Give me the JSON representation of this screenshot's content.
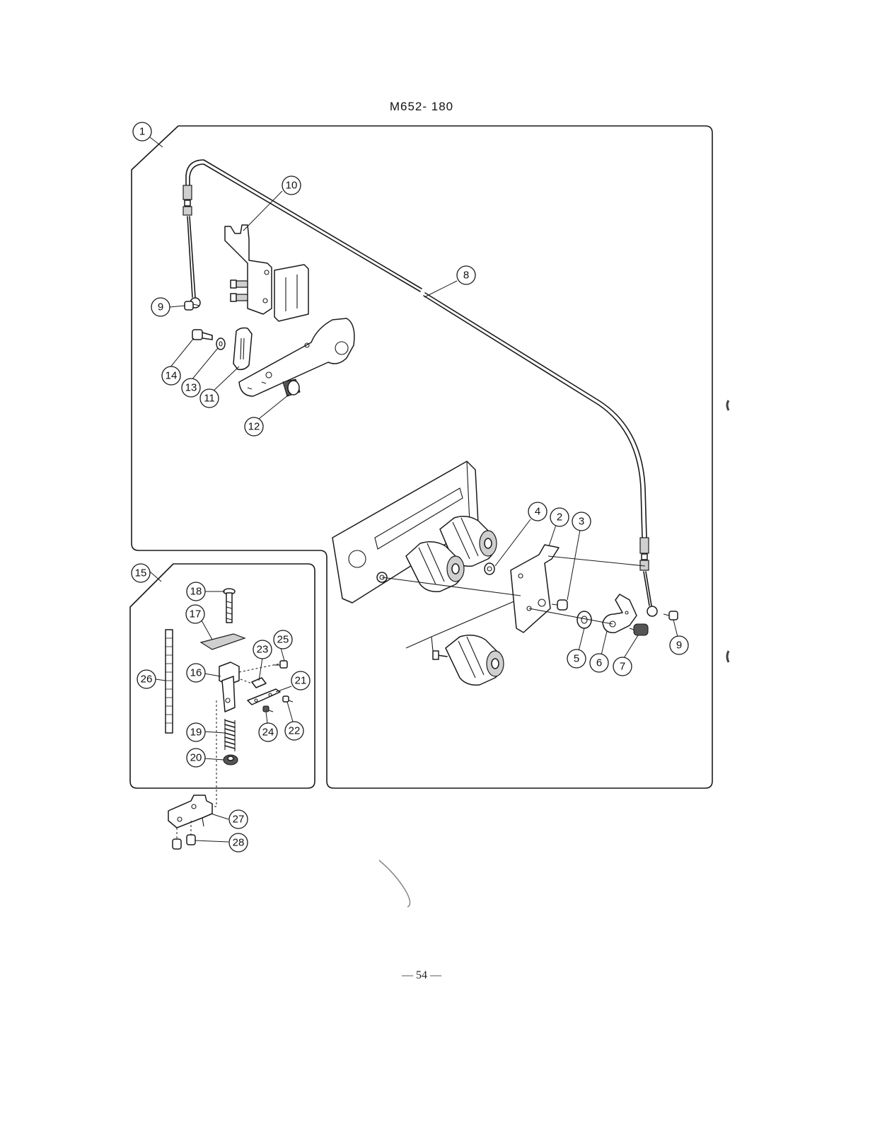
{
  "diagram": {
    "title": "M652- 180",
    "page_number": "— 54 —"
  },
  "callouts": [
    "1",
    "2",
    "3",
    "4",
    "5",
    "6",
    "7",
    "8",
    "9",
    "10",
    "11",
    "12",
    "13",
    "14",
    "15",
    "16",
    "17",
    "18",
    "19",
    "20",
    "21",
    "22",
    "23",
    "24",
    "25",
    "26",
    "27",
    "28"
  ]
}
